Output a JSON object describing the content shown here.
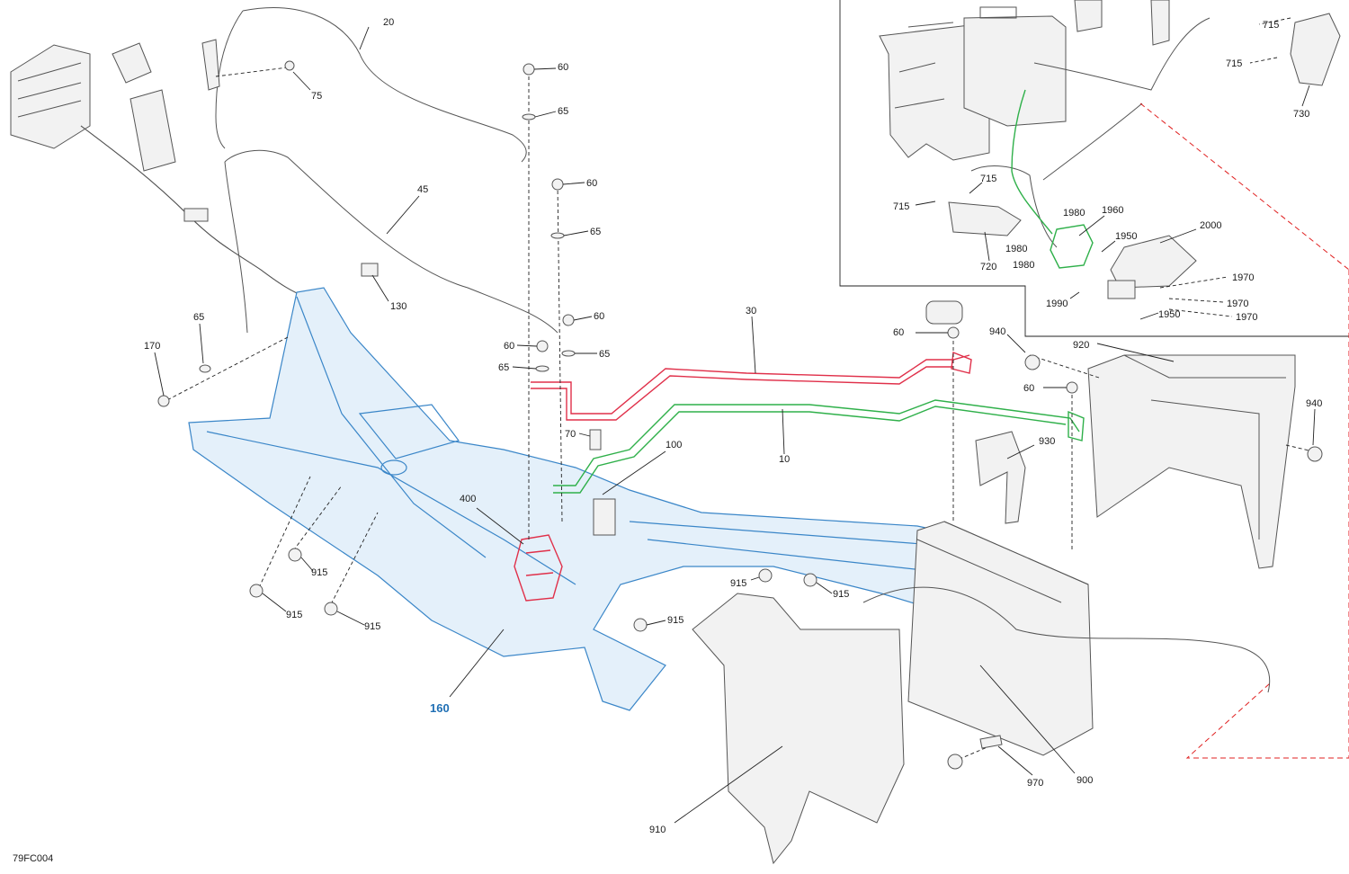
{
  "diagram_code": "79FC004",
  "colors": {
    "frame_blue": "#3a86c8",
    "positive_cable_red": "#e0304a",
    "ground_cable_green": "#2fb04a",
    "inset_link_red": "#e02020",
    "line_black": "#222222"
  },
  "callouts": {
    "c10": "10",
    "c20": "20",
    "c30": "30",
    "c45": "45",
    "c60a": "60",
    "c60b": "60",
    "c60c": "60",
    "c60d": "60",
    "c60e": "60",
    "c60f": "60",
    "c65a": "65",
    "c65b": "65",
    "c65c": "65",
    "c65d": "65",
    "c65e": "65",
    "c70": "70",
    "c75": "75",
    "c100": "100",
    "c130": "130",
    "c160": "160",
    "c170": "170",
    "c400": "400",
    "c900": "900",
    "c910": "910",
    "c915a": "915",
    "c915b": "915",
    "c915c": "915",
    "c915d": "915",
    "c915e": "915",
    "c915f": "915",
    "c920": "920",
    "c930": "930",
    "c940a": "940",
    "c940b": "940",
    "c970": "970"
  },
  "inset_callouts": {
    "c715a": "715",
    "c715b": "715",
    "c715c": "715",
    "c715d": "715",
    "c720": "720",
    "c730": "730",
    "c1950a": "1950",
    "c1950b": "1950",
    "c1960": "1960",
    "c1970a": "1970",
    "c1970b": "1970",
    "c1970c": "1970",
    "c1980a": "1980",
    "c1980b": "1980",
    "c1980c": "1980",
    "c1990": "1990",
    "c2000": "2000"
  }
}
